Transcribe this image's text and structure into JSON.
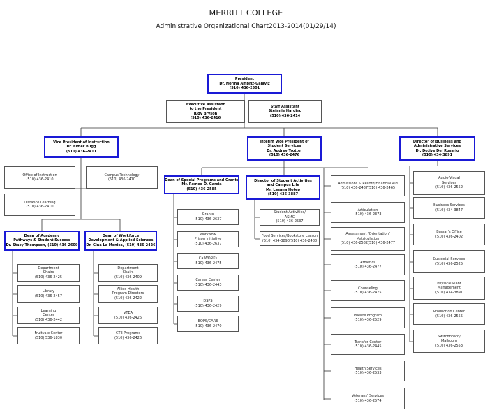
{
  "header": {
    "title": "MERRITT COLLEGE",
    "subtitle": "Administrative Organizational Chart2013-2014(01/29/14)"
  },
  "colors": {
    "accent_border": "#1a1ad6",
    "box_border": "#555555",
    "line": "#333333"
  },
  "president": {
    "lines": [
      "President",
      "Dr. Norma Ambriz-Galaviz",
      "(510) 436-2501"
    ]
  },
  "executive_assistant": {
    "lines": [
      "Executive Assistant",
      "to the President",
      "Judy Bryson",
      "(510) 436-2416"
    ]
  },
  "staff_assistant": {
    "lines": [
      "Staff Assistant",
      "Stefanie Harding",
      "(510) 436-2414"
    ]
  },
  "vp_instruction": {
    "lines": [
      "Vice President of Instruction",
      "Dr. Elmer Bugg",
      "(510) 436-2411"
    ]
  },
  "interim_vp_student_services": {
    "lines": [
      "Interim Vice President of",
      "Student Services",
      "Dr. Audrey Trotter",
      "(510) 436-2476"
    ]
  },
  "director_business": {
    "lines": [
      "Director of Business and",
      "Administrative Services",
      "Dr. Dotive Del Rosario",
      "(510) 434-3891"
    ]
  },
  "office_of_instruction": {
    "lines": [
      "Office of Instruction",
      "(510) 436-2410"
    ]
  },
  "campus_technology": {
    "lines": [
      "Campus Technology",
      "(510) 436-2410"
    ]
  },
  "distance_learning": {
    "lines": [
      "Distance Learning",
      "(510) 436-2410"
    ]
  },
  "dean_academic_pathways": {
    "lines": [
      "Dean of Academic",
      "Pathways & Student Success",
      "Dr. Stacy Thompson, (510) 436-2609"
    ]
  },
  "dean_workforce": {
    "lines": [
      "Dean of Workforce",
      "Development & Applied Sciences",
      "Dr. Gina La Monica, (510) 436-2426"
    ]
  },
  "academic_units": [
    {
      "lines": [
        "Department",
        "Chairs",
        "(510) 436-2425"
      ]
    },
    {
      "lines": [
        "Library",
        "(510) 436-2457"
      ]
    },
    {
      "lines": [
        "Learning",
        "Center",
        "(510) 436-2442"
      ]
    },
    {
      "lines": [
        "Fruitvale Center",
        "(510) 536-1830"
      ]
    }
  ],
  "workforce_units": [
    {
      "lines": [
        "Department",
        "Chairs",
        "(510) 436-2409"
      ]
    },
    {
      "lines": [
        "Allied Health",
        "Program Directors",
        "(510) 436-2422"
      ]
    },
    {
      "lines": [
        "VTEA",
        "(510) 436-2426"
      ]
    },
    {
      "lines": [
        "CTE Programs",
        "(510) 436-2426"
      ]
    }
  ],
  "dean_special_programs": {
    "lines": [
      "Dean of Special Programs and Grants",
      "Mr. Romeo O. Garcia",
      "(510) 436-2585"
    ]
  },
  "special_program_units": [
    {
      "lines": [
        "Grants",
        "(510) 436-2637"
      ]
    },
    {
      "lines": [
        "WorkNow",
        "Prison Initiative",
        "(510) 436-2637"
      ]
    },
    {
      "lines": [
        "CalWORKs",
        "(510) 436-2475"
      ]
    },
    {
      "lines": [
        "Career Center",
        "(510) 436-2443"
      ]
    },
    {
      "lines": [
        "DSPS",
        "(510) 436-2429"
      ]
    },
    {
      "lines": [
        "EOPS/CARE",
        "(510) 436-2470"
      ]
    }
  ],
  "director_student_activities": {
    "lines": [
      "Director of Student Activities",
      "and Campus Life",
      "Mr. Lasana Hotep",
      "(510) 436-3887"
    ]
  },
  "student_activities_units": [
    {
      "lines": [
        "Student Activities/",
        "ASMC",
        "(510) 436-2537"
      ]
    },
    {
      "lines": [
        "Food Services/Bookstore Liaison",
        "(510) 434-3890(510) 436-2488"
      ]
    }
  ],
  "student_services_units": [
    {
      "lines": [
        "Admissions & Record/Financial Aid",
        "(510) 436-2487(510) 436-2465"
      ]
    },
    {
      "lines": [
        "Articulation",
        "(510) 436-2373"
      ]
    },
    {
      "lines": [
        "Assessment /Orientation/",
        "Matriculation",
        "(510) 436-2582(510) 436-2477"
      ]
    },
    {
      "lines": [
        "Athletics",
        "(510) 436-2477"
      ]
    },
    {
      "lines": [
        "Counseling",
        "(510) 436-2475"
      ]
    },
    {
      "lines": [
        "Puente Program",
        "(510) 436-2529"
      ]
    },
    {
      "lines": [
        "Transfer Center",
        "(510) 436-2445"
      ]
    },
    {
      "lines": [
        "Health Services",
        "(510) 436-2533"
      ]
    },
    {
      "lines": [
        "Veterans' Services",
        "(510) 436-2574"
      ]
    }
  ],
  "business_units": [
    {
      "lines": [
        "Audio-Visual",
        "Services",
        "(510) 436-2552"
      ]
    },
    {
      "lines": [
        "Business Services",
        "(510) 434-3847"
      ]
    },
    {
      "lines": [
        "Bursar's Office",
        "(510) 436-2402"
      ]
    },
    {
      "lines": [
        "Custodial Services",
        "(510) 436-2525"
      ]
    },
    {
      "lines": [
        "Physical Plant",
        "Management",
        "(510) 434-3891"
      ]
    },
    {
      "lines": [
        "Production Center",
        "(510) 436-2555"
      ]
    },
    {
      "lines": [
        "Switchboard/",
        "Mailroom",
        "(510) 436-2553"
      ]
    }
  ]
}
